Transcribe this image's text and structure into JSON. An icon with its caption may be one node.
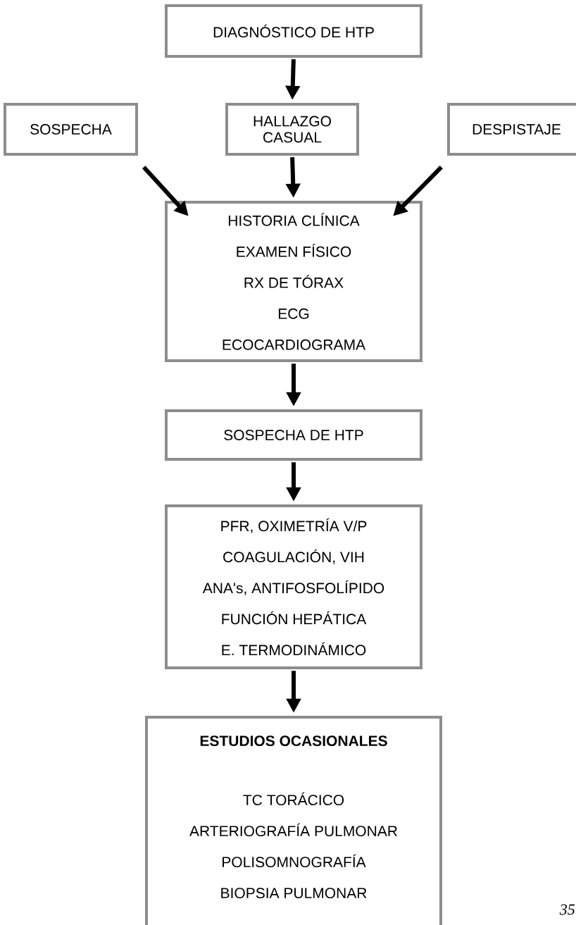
{
  "diagram": {
    "nodes": [
      {
        "text": [
          "DIAGNÓSTICO DE HTP"
        ]
      },
      {
        "text": [
          "SOSPECHA"
        ]
      },
      {
        "text": [
          "HALLAZGO CASUAL"
        ]
      },
      {
        "text": [
          "DESPISTAJE"
        ]
      },
      {
        "text": [
          "HISTORIA CLÍNICA",
          "EXAMEN FÍSICO",
          "RX DE TÓRAX",
          "ECG",
          "ECOCARDIOGRAMA"
        ]
      },
      {
        "text": [
          "SOSPECHA DE HTP"
        ]
      },
      {
        "text": [
          "PFR, OXIMETRÍA V/P",
          "COAGULACIÓN, VIH",
          "ANA's, ANTIFOSFOLÍPIDO",
          "FUNCIÓN HEPÁTICA",
          "E. TERMODINÁMICO"
        ]
      },
      {
        "text": [
          "ESTUDIOS OCASIONALES",
          "TC TORÁCICO",
          "ARTERIOGRAFÍA PULMONAR",
          "POLISOMNOGRAFÍA",
          "BIOPSIA PULMONAR"
        ]
      }
    ],
    "edges": [
      {
        "from": 0,
        "to": 2,
        "arrow": "to"
      },
      {
        "from": 1,
        "to": 4,
        "arrow": "to"
      },
      {
        "from": 2,
        "to": 4,
        "arrow": "to"
      },
      {
        "from": 3,
        "to": 4,
        "arrow": "to"
      },
      {
        "from": 4,
        "to": 5,
        "arrow": "to"
      },
      {
        "from": 5,
        "to": 6,
        "arrow": "to"
      },
      {
        "from": 6,
        "to": 7,
        "arrow": "to"
      }
    ],
    "labels": [
      "35"
    ]
  }
}
